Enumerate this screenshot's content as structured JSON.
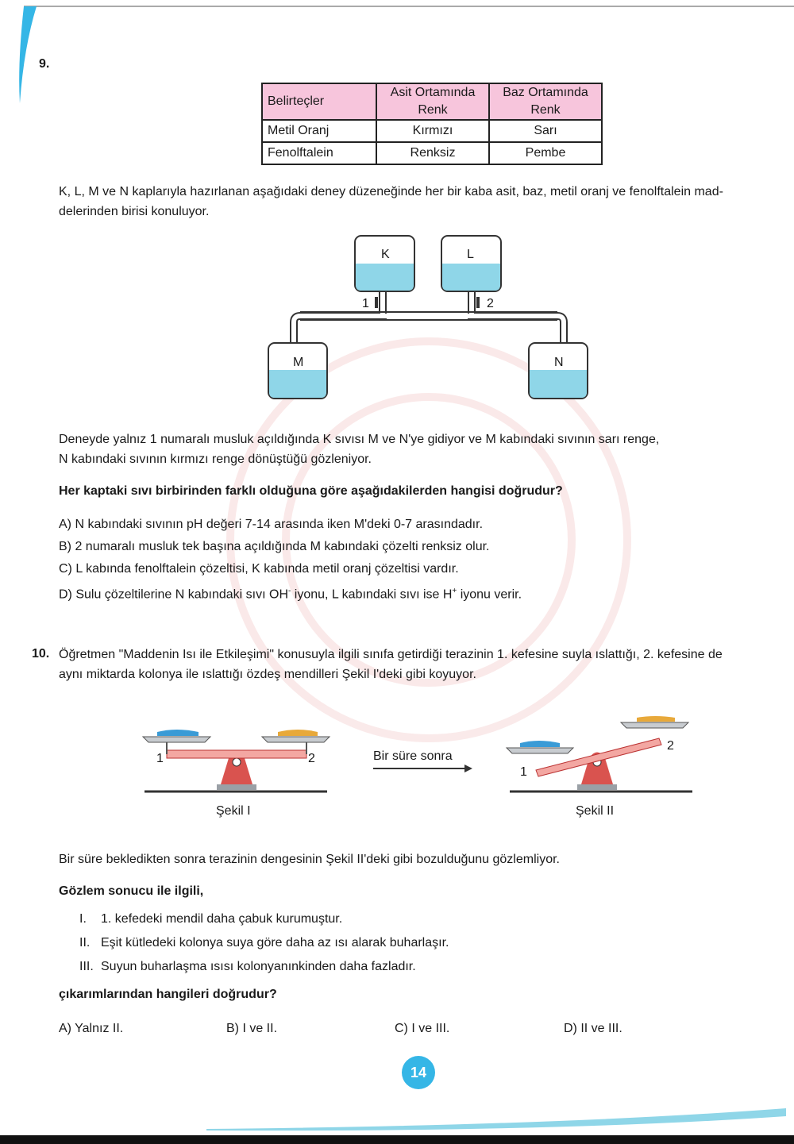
{
  "q9": {
    "number": "9.",
    "table": {
      "headers": [
        "Belirteçler",
        "Asit Ortamında Renk",
        "Baz Ortamında Renk"
      ],
      "rows": [
        [
          "Metil Oranj",
          "Kırmızı",
          "Sarı"
        ],
        [
          "Fenolftalein",
          "Renksiz",
          "Pembe"
        ]
      ]
    },
    "intro_line1": "K, L, M ve N kaplarıyla hazırlanan aşağıdaki deney düzeneğinde her bir kaba asit, baz, metil oranj ve fenolftalein mad-",
    "intro_line2": "delerinden birisi konuluyor.",
    "diagram": {
      "k": "K",
      "l": "L",
      "m": "M",
      "n": "N",
      "valve1": "1",
      "valve2": "2"
    },
    "obs_line1": "Deneyde yalnız 1 numaralı musluk açıldığında K sıvısı M ve N'ye gidiyor ve M kabındaki sıvının sarı renge,",
    "obs_line2": "N kabındaki sıvının kırmızı renge dönüştüğü gözleniyor.",
    "question": "Her kaptaki sıvı birbirinden farklı olduğuna göre aşağıdakilerden hangisi doğrudur?",
    "options": [
      "A) N kabındaki sıvının pH değeri 7-14 arasında iken M'deki 0-7 arasındadır.",
      "B) 2 numaralı musluk tek başına açıldığında M kabındaki çözelti renksiz olur.",
      "C) L kabında fenolftalein çözeltisi, K kabında metil oranj çözeltisi vardır."
    ],
    "option_d": {
      "pre": "D) Sulu çözeltilerine N kabındaki sıvı OH",
      "sup1": "-",
      "mid": " iyonu, L kabındaki sıvı ise H",
      "sup2": "+",
      "post": " iyonu verir."
    }
  },
  "q10": {
    "number": "10.",
    "intro_line1": "Öğretmen \"Maddenin Isı ile Etkileşimi\" konusuyla ilgili sınıfa getirdiği terazinin 1. kefesine suyla ıslattığı, 2. kefesine de",
    "intro_line2": "aynı miktarda kolonya ile ıslattığı özdeş mendilleri Şekil I'deki gibi koyuyor.",
    "figure": {
      "pan1": "1",
      "pan2": "2",
      "arrow_text": "Bir süre sonra",
      "caption1": "Şekil I",
      "caption2": "Şekil II"
    },
    "obs": "Bir süre bekledikten sonra terazinin dengesinin Şekil II'deki gibi bozulduğunu gözlemliyor.",
    "lead": "Gözlem sonucu ile ilgili,",
    "statements": [
      {
        "num": "I.",
        "text": "1. kefedeki mendil daha çabuk kurumuştur."
      },
      {
        "num": "II.",
        "text": "Eşit kütledeki kolonya suya göre daha az ısı alarak buharlaşır."
      },
      {
        "num": "III.",
        "text": "Suyun buharlaşma ısısı kolonyanınkinden daha fazladır."
      }
    ],
    "question": "çıkarımlarından hangileri doğrudur?",
    "options": [
      "A) Yalnız II.",
      "B) I ve II.",
      "C) I ve III.",
      "D) II ve III."
    ]
  },
  "page_number": "14",
  "colors": {
    "accent": "#35b6e6",
    "liquid": "#8fd6e8",
    "header_pink": "#f7c5dc",
    "balance_red": "#d9534f"
  }
}
